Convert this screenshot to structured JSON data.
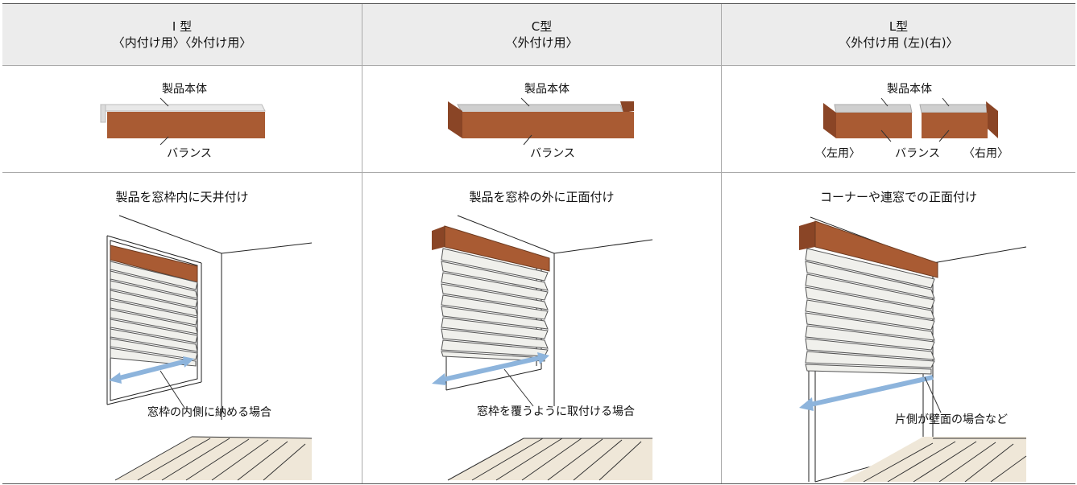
{
  "columns": [
    {
      "type_label": "I 型",
      "mount_label": "〈内付け用〉〈外付け用〉",
      "body_label": "製品本体",
      "valance_label": "バランス",
      "caption": "製品を窓枠内に天井付け",
      "note": "窓枠の内側に納める場合"
    },
    {
      "type_label": "C型",
      "mount_label": "〈外付け用〉",
      "body_label": "製品本体",
      "valance_label": "バランス",
      "caption": "製品を窓枠の外に正面付け",
      "note": "窓枠を覆うように取付ける場合"
    },
    {
      "type_label": "L型",
      "mount_label": "〈外付け用 (左)(右)〉",
      "body_label": "製品本体",
      "valance_label": "バランス",
      "left_label": "〈左用〉",
      "right_label": "〈右用〉",
      "caption": "コーナーや連窓での正面付け",
      "note": "片側が壁面の場合など"
    }
  ],
  "colors": {
    "valance": "#a95b33",
    "valance_dark": "#8a4526",
    "body": "#cfcfcf",
    "arrow": "#8db4dc",
    "floor": "#efe7d8",
    "header_bg": "#ececec"
  }
}
